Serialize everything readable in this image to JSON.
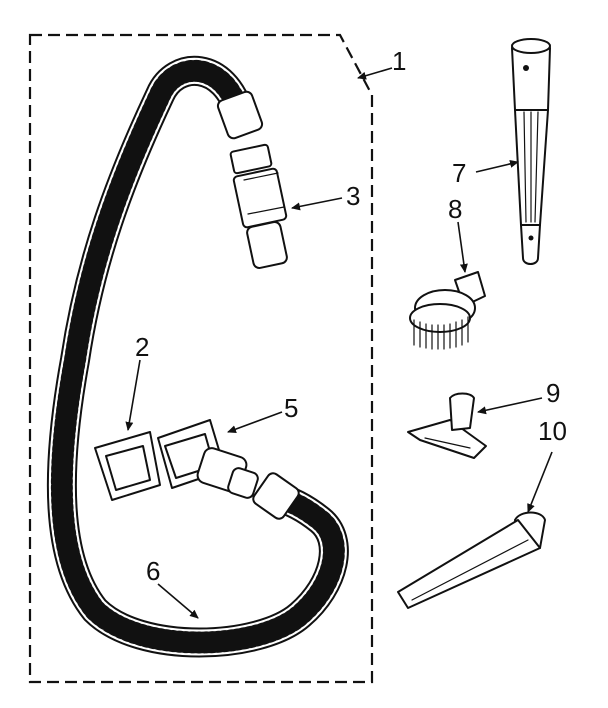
{
  "callouts": {
    "part_1": "1",
    "part_2": "2",
    "part_3": "3",
    "part_5": "5",
    "part_6": "6",
    "part_7": "7",
    "part_8": "8",
    "part_9": "9",
    "part_10": "10"
  }
}
